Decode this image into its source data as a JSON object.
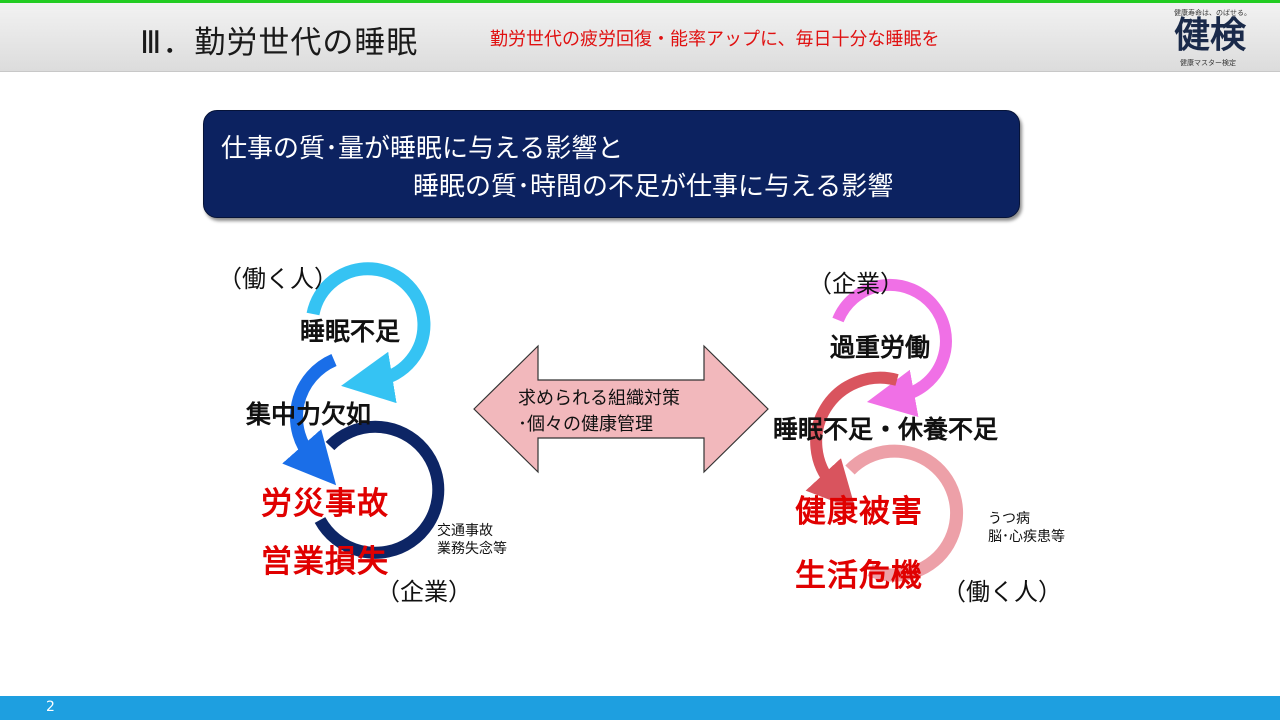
{
  "header": {
    "title": "Ⅲ．勤労世代の睡眠",
    "subtitle": "勤労世代の疲労回復・能率アップに、毎日十分な睡眠を",
    "logo": {
      "tagline": "健康寿命は、のばせる。",
      "mark": "健検",
      "caption": "健康マスター検定"
    }
  },
  "banner": {
    "line1": "仕事の質･量が睡眠に与える影響と",
    "line2": "睡眠の質･時間の不足が仕事に与える影響"
  },
  "left_cycle": {
    "top_actor": "（働く人）",
    "step1": "睡眠不足",
    "step2": "集中力欠如",
    "result1": "労災事故",
    "result2": "営業損失",
    "note_line1": "交通事故",
    "note_line2": "業務失念等",
    "bottom_actor": "（企業）"
  },
  "center_arrow": {
    "line1": "求められる組織対策",
    "line2": "･個々の健康管理"
  },
  "right_cycle": {
    "top_actor": "（企業）",
    "step1": "過重労働",
    "step2": "睡眠不足・休養不足",
    "result1": "健康被害",
    "result2": "生活危機",
    "note_line1": "うつ病",
    "note_line2": "脳･心疾患等",
    "bottom_actor": "（働く人）"
  },
  "footer": {
    "page_number": "2"
  },
  "colors": {
    "banner_bg": "#0c2260",
    "accent_red": "#e00000",
    "footer_bar": "#1e9fe0",
    "left_arc1": "#35c3f3",
    "left_arc2": "#1a6ee8",
    "left_arc3": "#0d2565",
    "right_arc1": "#f070e6",
    "right_arc2": "#d9545e",
    "right_arc3": "#eda0a8",
    "center_arrow": "#f2b8bc"
  },
  "icons": [
    "cycle-arrow-icon",
    "double-arrow-icon"
  ]
}
